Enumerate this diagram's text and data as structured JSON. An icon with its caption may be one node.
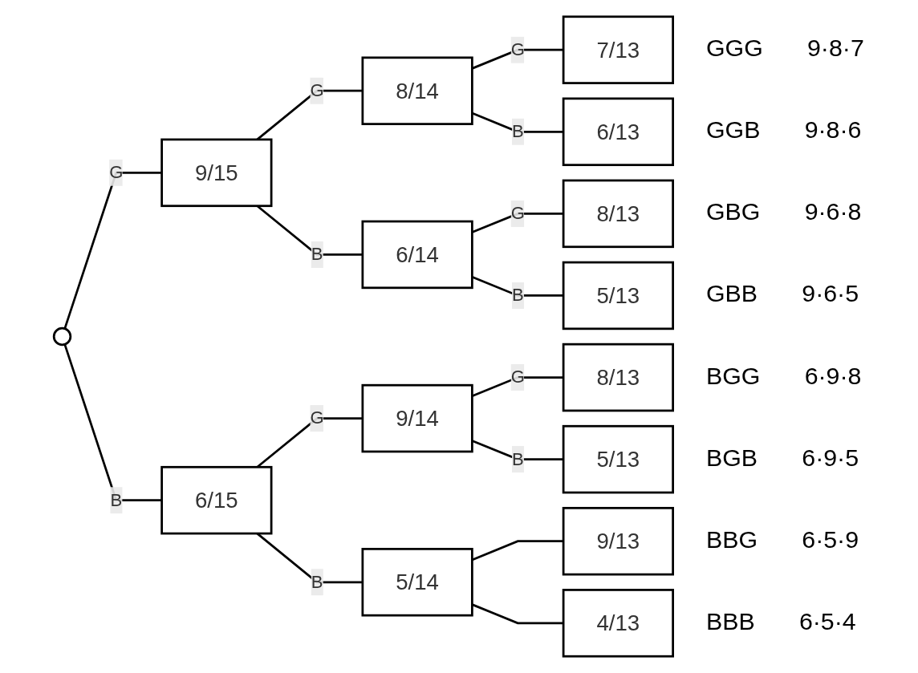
{
  "diagram": {
    "nodes": [
      {
        "text": [],
        "shape": "circle"
      },
      {
        "text": [
          "9/15"
        ]
      },
      {
        "text": [
          "8/14"
        ]
      },
      {
        "text": [
          "7/13"
        ],
        "beside": [
          "GGG",
          "9·8·7"
        ]
      },
      {
        "text": [
          "6/13"
        ],
        "beside": [
          "GGB",
          "9·8·6"
        ]
      },
      {
        "text": [
          "6/14"
        ]
      },
      {
        "text": [
          "8/13"
        ],
        "beside": [
          "GBG",
          "9·6·8"
        ]
      },
      {
        "text": [
          "5/13"
        ],
        "beside": [
          "GBB",
          "9·6·5"
        ]
      },
      {
        "text": [
          "6/15"
        ]
      },
      {
        "text": [
          "9/14"
        ]
      },
      {
        "text": [
          "8/13"
        ],
        "beside": [
          "BGG",
          "6·9·8"
        ]
      },
      {
        "text": [
          "5/13"
        ],
        "beside": [
          "BGB",
          "6·9·5"
        ]
      },
      {
        "text": [
          "5/14"
        ]
      },
      {
        "text": [
          "9/13"
        ],
        "beside": [
          "BBG",
          "6·5·9"
        ]
      },
      {
        "text": [
          "4/13"
        ],
        "beside": [
          "BBB",
          "6·5·4"
        ]
      }
    ],
    "edges": [
      {
        "from": 0,
        "to": 1,
        "arrow": "none",
        "label": "G"
      },
      {
        "from": 0,
        "to": 8,
        "arrow": "none",
        "label": "B"
      },
      {
        "from": 1,
        "to": 2,
        "arrow": "none",
        "label": "G"
      },
      {
        "from": 1,
        "to": 5,
        "arrow": "none",
        "label": "B"
      },
      {
        "from": 2,
        "to": 3,
        "arrow": "none",
        "label": "G"
      },
      {
        "from": 2,
        "to": 4,
        "arrow": "none",
        "label": "B"
      },
      {
        "from": 5,
        "to": 6,
        "arrow": "none",
        "label": "G"
      },
      {
        "from": 5,
        "to": 7,
        "arrow": "none",
        "label": "B"
      },
      {
        "from": 8,
        "to": 9,
        "arrow": "none",
        "label": "G"
      },
      {
        "from": 8,
        "to": 12,
        "arrow": "none",
        "label": "B"
      },
      {
        "from": 9,
        "to": 10,
        "arrow": "none",
        "label": "G"
      },
      {
        "from": 9,
        "to": 11,
        "arrow": "none",
        "label": "B"
      },
      {
        "from": 12,
        "to": 13,
        "arrow": "none"
      },
      {
        "from": 12,
        "to": 14,
        "arrow": "none"
      }
    ]
  }
}
